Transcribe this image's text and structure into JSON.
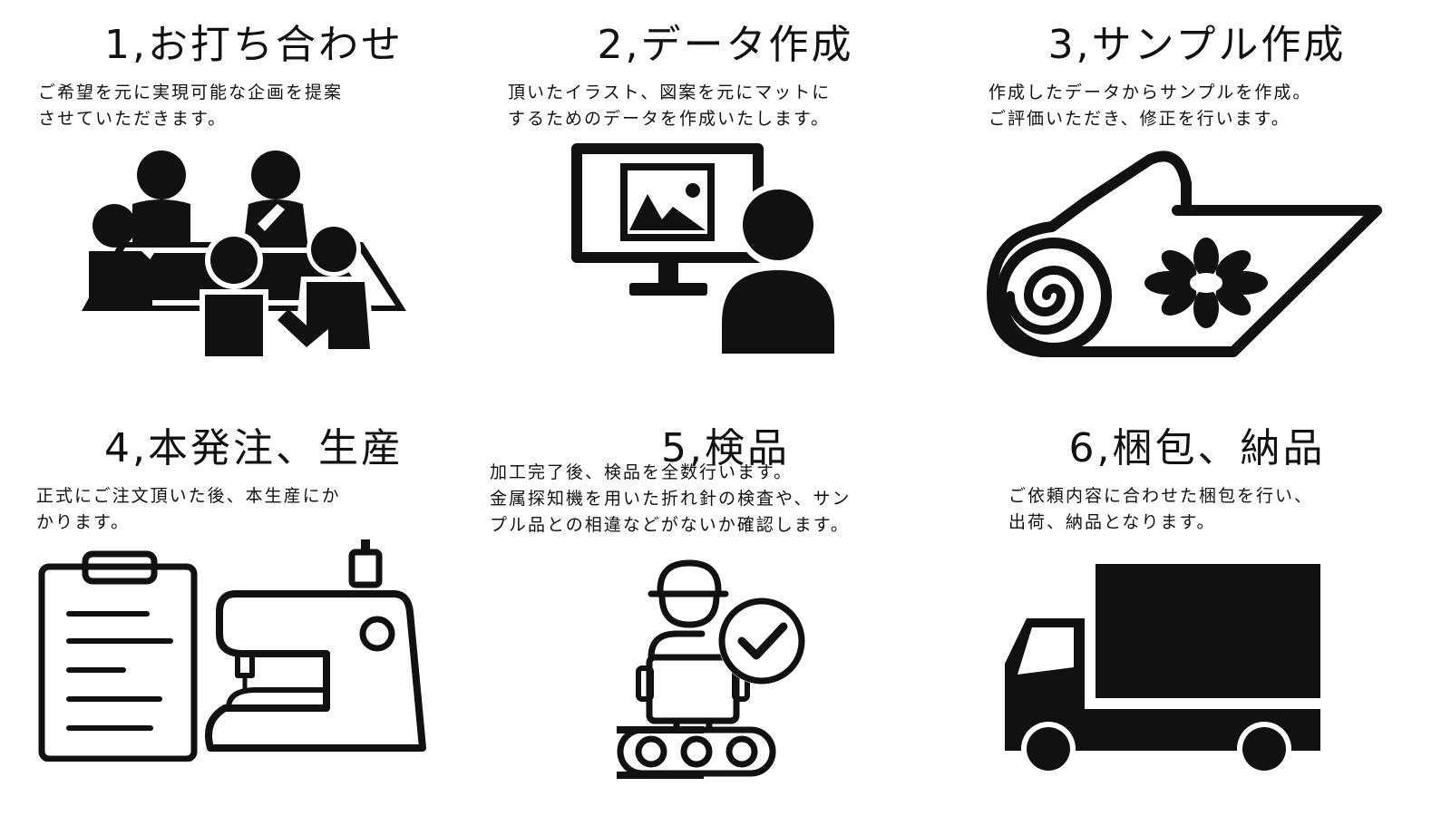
{
  "steps": [
    {
      "title": "1,お打ち合わせ",
      "description": "ご希望を元に実現可能な企画を提案\nさせていただきます。",
      "icon": "meeting-icon"
    },
    {
      "title": "2,データ作成",
      "description": "頂いたイラスト、図案を元にマットに\nするためのデータを作成いたします。",
      "icon": "computer-design-icon"
    },
    {
      "title": "3,サンプル作成",
      "description": "作成したデータからサンプルを作成。\nご評価いただき、修正を行います。",
      "icon": "rolled-mat-icon"
    },
    {
      "title": "4,本発注、生産",
      "description": "正式にご注文頂いた後、本生産にか\nかります。",
      "icon": "sewing-machine-icon"
    },
    {
      "title": "5,検品",
      "description": "加工完了後、検品を全数行います。\n金属探知機を用いた折れ針の検査や、サン\nプル品との相違などがないか確認します。",
      "icon": "inspection-icon"
    },
    {
      "title": "6,梱包、納品",
      "description": "ご依頼内容に合わせた梱包を行い、\n出荷、納品となります。",
      "icon": "delivery-truck-icon"
    }
  ]
}
